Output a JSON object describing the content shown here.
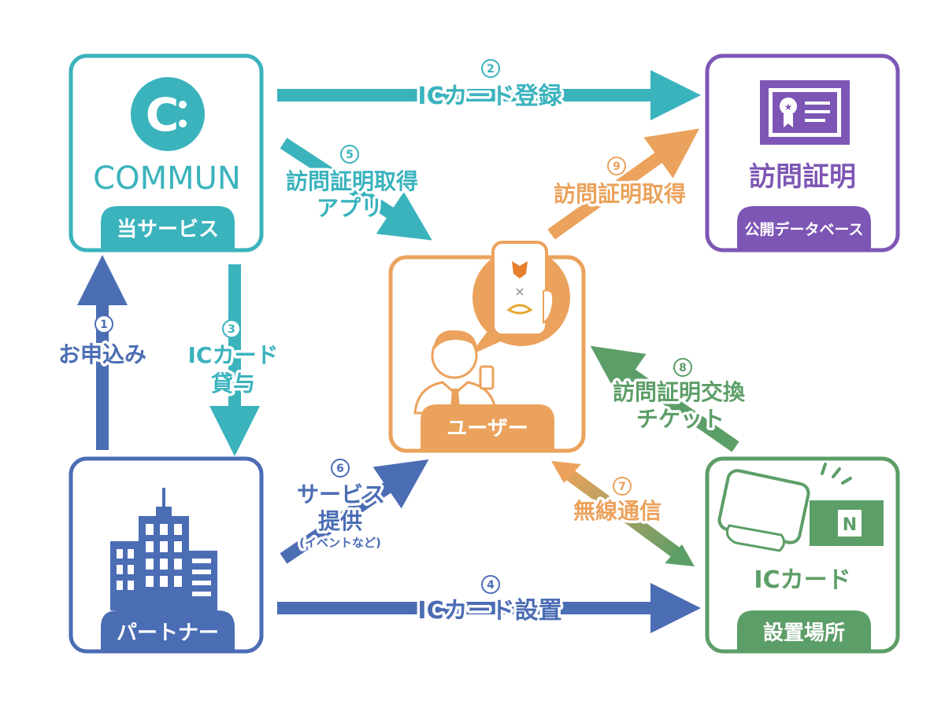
{
  "colors": {
    "teal": "#3ab3bd",
    "purple": "#7d56b5",
    "orange": "#eba25c",
    "blue": "#4b6db4",
    "green": "#5c9e67"
  },
  "nodes": {
    "service": {
      "logo_text": "COMMUN",
      "tag": "当サービス",
      "icon": "commun-logo-icon"
    },
    "database": {
      "title": "訪問証明",
      "tag": "公開データベース",
      "icon": "certificate-icon"
    },
    "user": {
      "tag": "ユーザー",
      "icon": "user-with-smartphone-icon"
    },
    "partner": {
      "tag": "パートナー",
      "icon": "office-buildings-icon"
    },
    "location": {
      "title": "ICカード",
      "tag": "設置場所",
      "icon": "nfc-card-tap-icon"
    }
  },
  "flows": [
    {
      "step": "1",
      "lines": [
        "お申込み"
      ]
    },
    {
      "step": "2",
      "lines": [
        "ICカード登録"
      ]
    },
    {
      "step": "3",
      "lines": [
        "ICカード",
        "貸与"
      ]
    },
    {
      "step": "4",
      "lines": [
        "ICカード設置"
      ]
    },
    {
      "step": "5",
      "lines": [
        "訪問証明取得",
        "アプリ"
      ]
    },
    {
      "step": "6",
      "lines": [
        "サービス",
        "提供",
        "(イベントなど)"
      ]
    },
    {
      "step": "7",
      "lines": [
        "無線通信"
      ]
    },
    {
      "step": "8",
      "lines": [
        "訪問証明交換",
        "チケット"
      ]
    },
    {
      "step": "9",
      "lines": [
        "訪問証明取得"
      ]
    }
  ],
  "phone": {
    "separator": "×"
  }
}
